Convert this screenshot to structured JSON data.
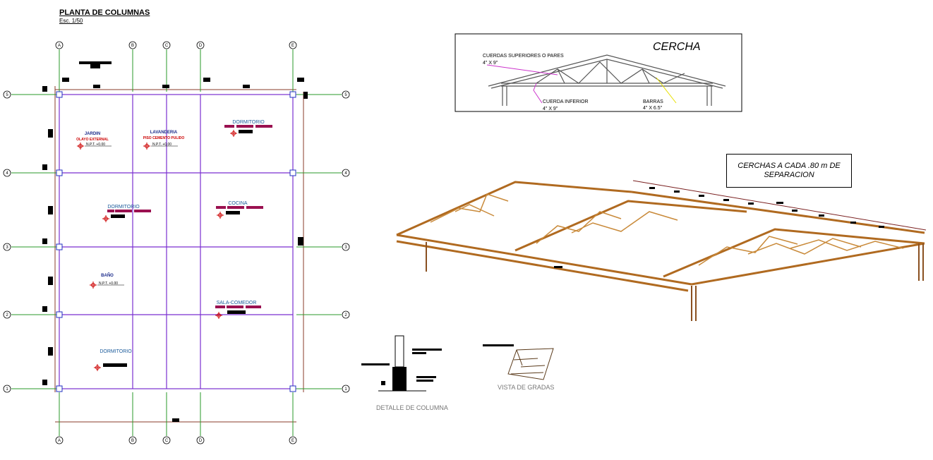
{
  "plan": {
    "title": "PLANTA DE COLUMNAS",
    "scale": "Esc. 1/50",
    "axes_top": [
      "A",
      "B",
      "C",
      "D",
      "E"
    ],
    "axes_bottom": [
      "A",
      "B",
      "C",
      "D",
      "E"
    ],
    "axes_left": [
      "5",
      "4",
      "3",
      "2",
      "1"
    ],
    "axes_right": [
      "5",
      "4",
      "3",
      "2",
      "1"
    ],
    "rooms": [
      {
        "name": "JARDIN",
        "sub": "OLAYO EXTERNAL",
        "level": "N.P.T. +0.00",
        "color": "#1a2a8a"
      },
      {
        "name": "LAVANDERIA",
        "sub": "PISO CEMENTO PULIDO",
        "level": "N.P.T. +0.00",
        "color": "#1a2a8a"
      },
      {
        "name": "DORMITORIO",
        "color": "#1a5a9a"
      },
      {
        "name": "DORMITORIO",
        "color": "#1a5a9a"
      },
      {
        "name": "COCINA",
        "color": "#1a5a9a"
      },
      {
        "name": "BAÑO",
        "level": "N.P.T. +0.00",
        "color": "#1a2a8a"
      },
      {
        "name": "SALA-COMEDOR",
        "color": "#1a5a9a"
      },
      {
        "name": "DORMITORIO",
        "color": "#1a5a9a"
      }
    ]
  },
  "truss": {
    "title": "CERCHA",
    "top_chord": "CUERDAS SUPERIORES O PARES",
    "top_chord_size": "4\" X 9\"",
    "bottom_chord": "CUERDA INFERIOR",
    "bottom_chord_size": "4\" X 9\"",
    "bars": "BARRAS",
    "bars_size": "4\" X 6.5\""
  },
  "spacing_note": {
    "line1": "CERCHAS A CADA .80 m DE",
    "line2": "SEPARACION"
  },
  "captions": {
    "column_detail": "DETALLE DE COLUMNA",
    "stairs_view": "VISTA DE GRADAS"
  },
  "colors": {
    "grid": "#7a2fd0",
    "wood": "#b06a20",
    "wood_dark": "#6b3b10",
    "label_block": "#9a1050",
    "marker": "#cc0000",
    "axis_line": "#2a9a2a"
  }
}
